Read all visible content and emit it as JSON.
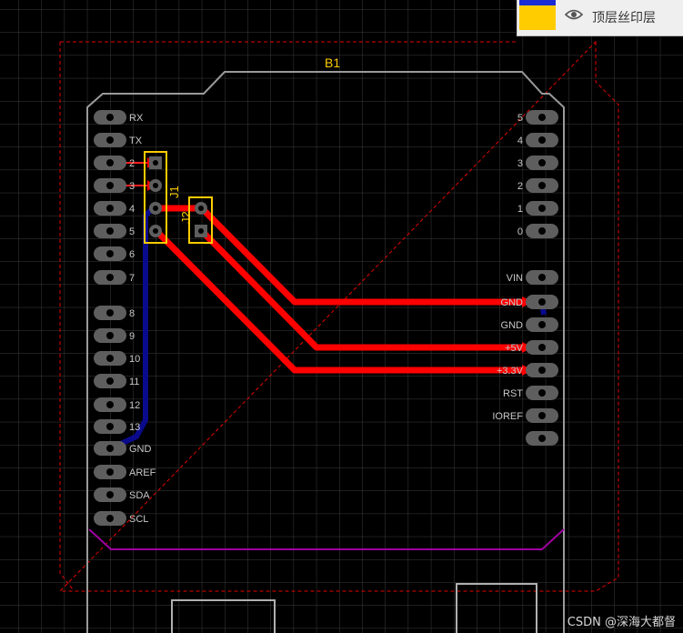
{
  "layer_panel": {
    "layer_name": "顶层丝印层",
    "swatch_color": "#ffcc00",
    "swatch_top_color": "#1a2bd6",
    "icon": "eye-icon"
  },
  "board": {
    "board_label": "B1",
    "connectors": {
      "j1": "J1",
      "j2": "J2"
    },
    "left_pins": [
      "RX",
      "TX",
      "2",
      "3",
      "4",
      "5",
      "6",
      "7",
      "8",
      "9",
      "10",
      "11",
      "12",
      "13",
      "GND",
      "AREF",
      "SDA",
      "SCL"
    ],
    "right_top_pins": [
      "5",
      "4",
      "3",
      "2",
      "1",
      "0"
    ],
    "right_power_pins": [
      "VIN",
      "GND",
      "GND",
      "+5V",
      "+3.3V",
      "RST",
      "IOREF",
      ""
    ],
    "colors": {
      "top_trace": "#ff0000",
      "bottom_trace": "#0a0a8c",
      "silkscreen": "#ffcc00",
      "outline": "#9a9a9a",
      "keepout": "#e60000",
      "pad": "#5e5e5e"
    }
  },
  "watermark": "CSDN @深海大都督"
}
